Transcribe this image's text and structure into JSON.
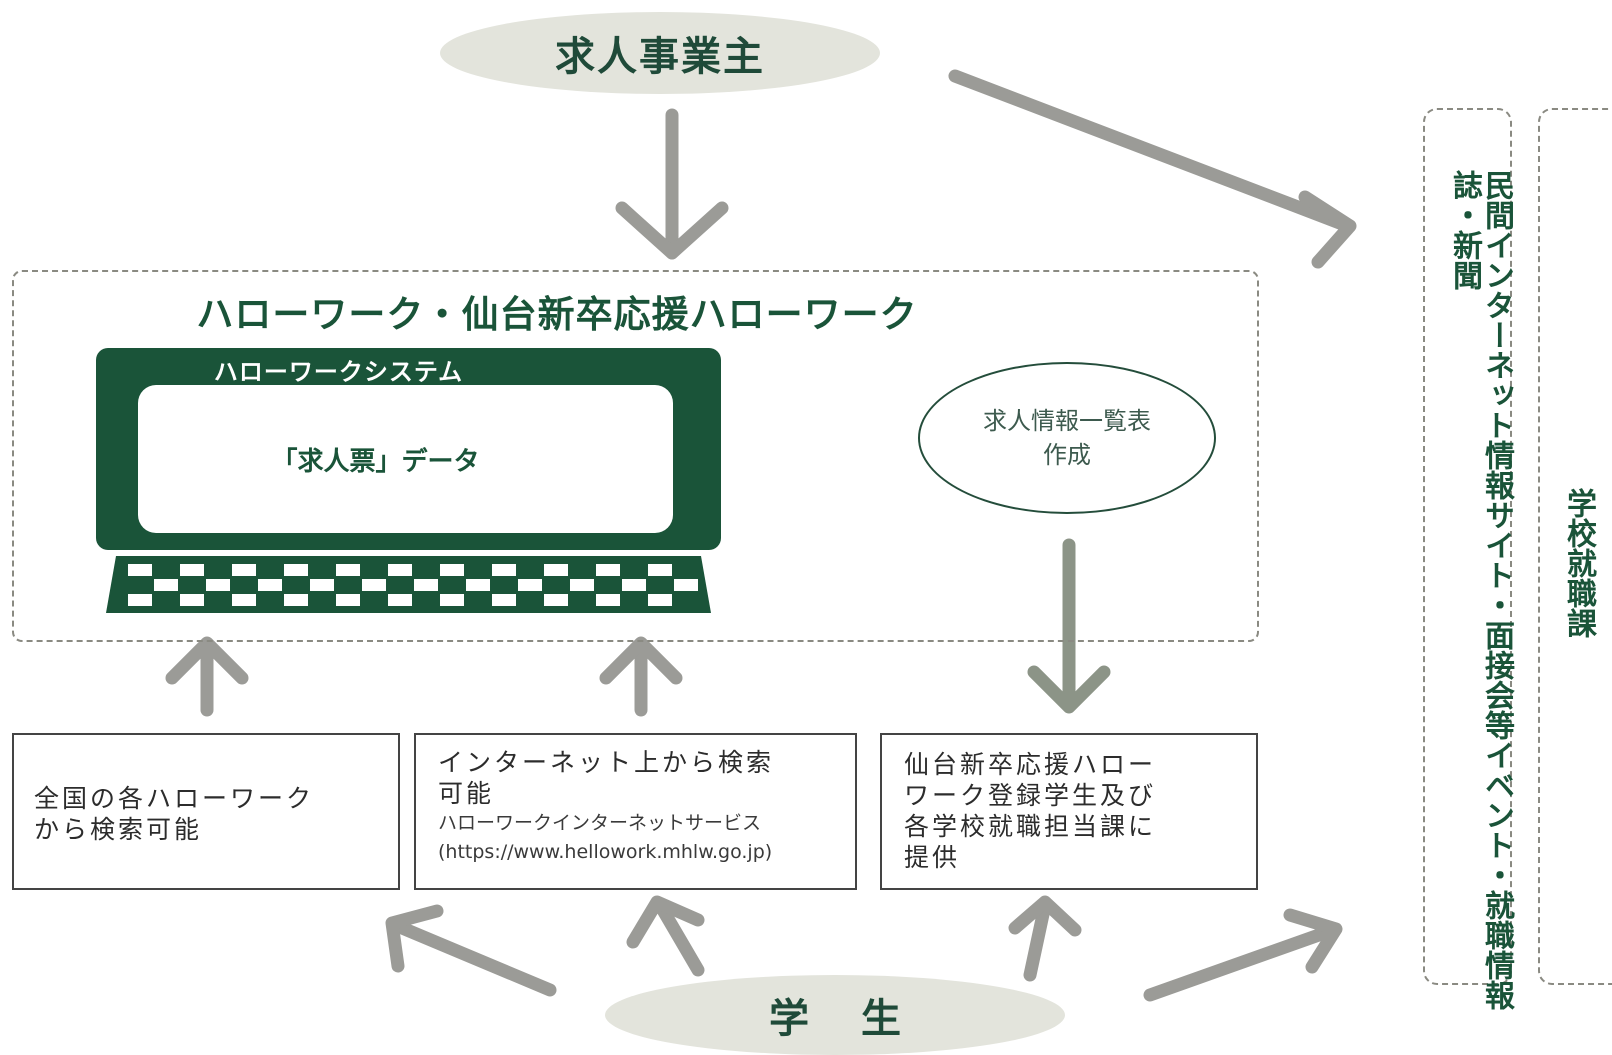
{
  "employer": {
    "label": "求人事業主"
  },
  "student": {
    "label": "学生"
  },
  "hellowork": {
    "title": "ハローワーク・仙台新卒応援ハローワーク",
    "system_label": "ハローワークシステム",
    "screen_text": "「求人票」データ",
    "circle_line1": "求人情報一覧表",
    "circle_line2": "作成"
  },
  "boxes": [
    {
      "line1": "全国の各ハローワーク",
      "line2": "から検索可能"
    },
    {
      "line1": "インターネット上から検索",
      "line2": "可能",
      "line3": "ハローワークインターネットサービス",
      "line4": "(https://www.hellowork.mhlw.go.jp)"
    },
    {
      "line1": "仙台新卒応援ハロー",
      "line2": "ワーク登録学生及び",
      "line3": "各学校就職担当課に",
      "line4": "提供"
    }
  ],
  "side": {
    "private_sites": "民間インターネット情報サイト・面接会等イベント・就職情報誌・新聞",
    "school_office": "学校就職課"
  },
  "colors": {
    "dark_green": "#1a5439",
    "ellipse_fill": "#e3e4dc",
    "arrow_grey": "#9b9b97",
    "arrow_green_grey": "#8c9487",
    "dashed_border": "#8a8a82"
  }
}
